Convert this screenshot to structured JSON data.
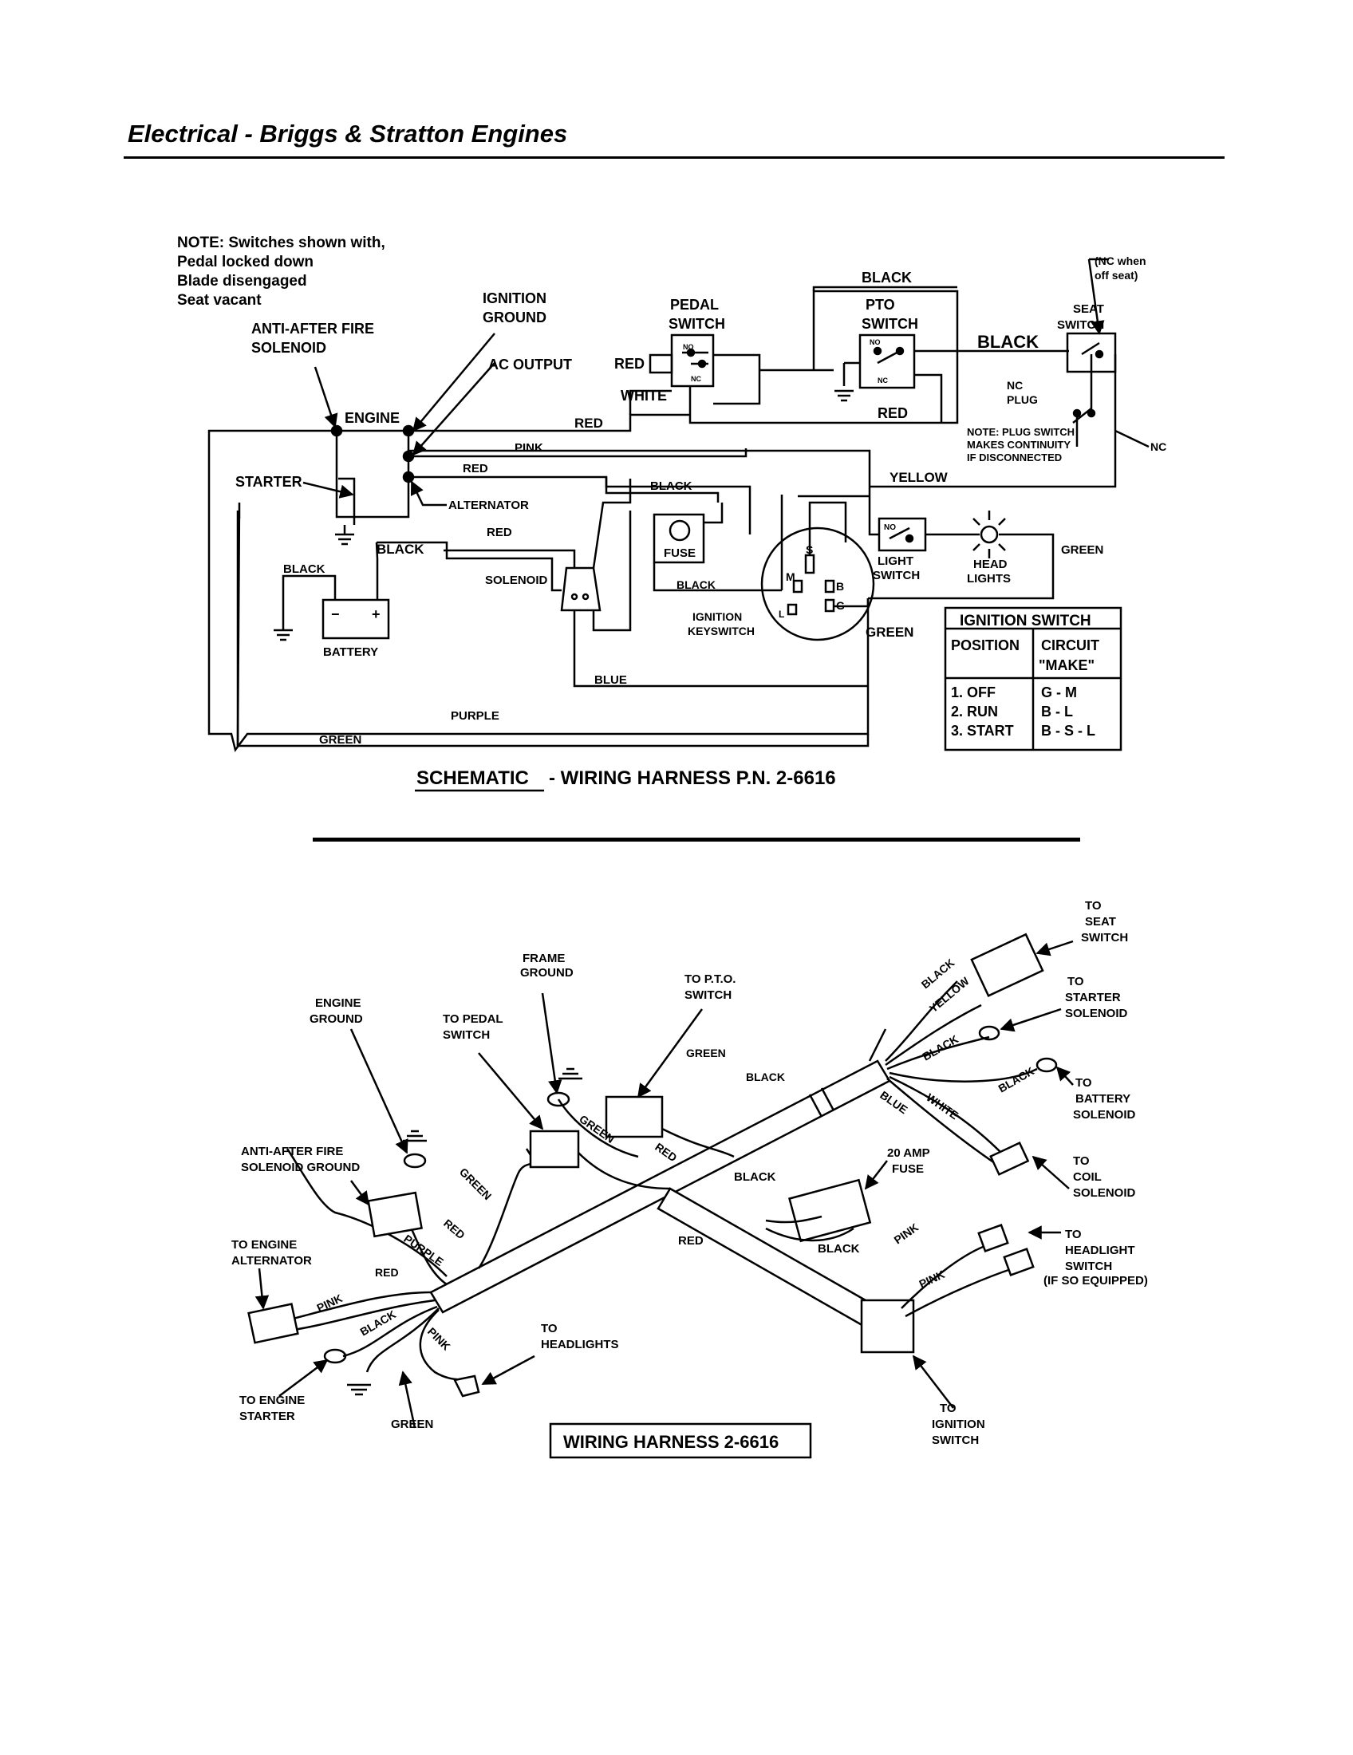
{
  "header": {
    "title": "Electrical - Briggs & Stratton Engines"
  },
  "schematic": {
    "note_lines": [
      "NOTE: Switches shown with,",
      "Pedal locked down",
      "Blade disengaged",
      "Seat vacant"
    ],
    "title_underlined": "SCHEMATIC",
    "title_rest": "- WIRING HARNESS P.N. 2-6616",
    "labels": {
      "anti_after_fire_1": "ANTI-AFTER FIRE",
      "anti_after_fire_2": "SOLENOID",
      "ignition_ground_1": "IGNITION",
      "ignition_ground_2": "GROUND",
      "ac_output": "AC OUTPUT",
      "engine": "ENGINE",
      "starter": "STARTER",
      "alternator": "ALTERNATOR",
      "pedal_switch_1": "PEDAL",
      "pedal_switch_2": "SWITCH",
      "pto_switch_1": "PTO",
      "pto_switch_2": "SWITCH",
      "seat_switch_1": "SEAT",
      "seat_switch_2": "SWITCH",
      "nc_when_off_seat_1": "(NC when",
      "nc_when_off_seat_2": "off seat)",
      "nc_plug_1": "NC",
      "nc_plug_2": "PLUG",
      "note_plug_1": "NOTE: PLUG SWITCH",
      "note_plug_2": "MAKES CONTINUITY",
      "note_plug_3": "IF DISCONNECTED",
      "nc_right": "NC",
      "no": "NO",
      "nc": "NC",
      "fuse": "FUSE",
      "solenoid": "SOLENOID",
      "battery": "BATTERY",
      "ignition_keyswitch_1": "IGNITION",
      "ignition_keyswitch_2": "KEYSWITCH",
      "light_switch_1": "LIGHT",
      "light_switch_2": "SWITCH",
      "head_lights_1": "HEAD",
      "head_lights_2": "LIGHTS",
      "key_s": "S",
      "key_m": "M",
      "key_b": "B",
      "key_g": "G",
      "key_l": "L",
      "minus": "−",
      "plus": "+"
    },
    "wires": {
      "black_top": "BLACK",
      "black_seat": "BLACK",
      "red_pedal": "RED",
      "white": "WHITE",
      "red_pto": "RED",
      "red_1": "RED",
      "pink": "PINK",
      "red_2": "RED",
      "black_mid": "BLACK",
      "red_3": "RED",
      "black_starter": "BLACK",
      "black_battery": "BLACK",
      "black_fuse": "BLACK",
      "yellow": "YELLOW",
      "green_head": "GREEN",
      "green_key": "GREEN",
      "blue": "BLUE",
      "purple": "PURPLE",
      "green_bottom": "GREEN"
    },
    "ignition_table": {
      "title": "IGNITION SWITCH",
      "col_position": "POSITION",
      "col_circuit_1": "CIRCUIT",
      "col_circuit_2": "\"MAKE\"",
      "rows": [
        {
          "position": "1. OFF",
          "circuit": "G - M"
        },
        {
          "position": "2. RUN",
          "circuit": "B - L"
        },
        {
          "position": "3. START",
          "circuit": "B - S - L"
        }
      ]
    }
  },
  "harness": {
    "box_label": "WIRING HARNESS 2-6616",
    "callouts": {
      "frame_ground_1": "FRAME",
      "frame_ground_2": "GROUND",
      "to_pto_1": "TO P.T.O.",
      "to_pto_2": "SWITCH",
      "engine_ground_1": "ENGINE",
      "engine_ground_2": "GROUND",
      "to_pedal_1": "TO PEDAL",
      "to_pedal_2": "SWITCH",
      "anti_ground_1": "ANTI-AFTER FIRE",
      "anti_ground_2": "SOLENOID GROUND",
      "to_alt_1": "TO ENGINE",
      "to_alt_2": "ALTERNATOR",
      "to_starter_1": "TO ENGINE",
      "to_starter_2": "STARTER",
      "green_bottom": "GREEN",
      "to_headlights_1": "TO",
      "to_headlights_2": "HEADLIGHTS",
      "to_seat_1": "TO",
      "to_seat_2": "SEAT",
      "to_seat_3": "SWITCH",
      "to_starter_sol_1": "TO",
      "to_starter_sol_2": "STARTER",
      "to_starter_sol_3": "SOLENOID",
      "to_battery_sol_1": "TO",
      "to_battery_sol_2": "BATTERY",
      "to_battery_sol_3": "SOLENOID",
      "to_coil_1": "TO",
      "to_coil_2": "COIL",
      "to_coil_3": "SOLENOID",
      "fuse_1": "20 AMP",
      "fuse_2": "FUSE",
      "to_headlight_sw_1": "TO",
      "to_headlight_sw_2": "HEADLIGHT",
      "to_headlight_sw_3": "SWITCH",
      "to_headlight_sw_4": "(IF SO EQUIPPED)",
      "to_ign_1": "TO",
      "to_ign_2": "IGNITION",
      "to_ign_3": "SWITCH",
      "black_fuse_1": "BLACK",
      "black_fuse_2": "BLACK",
      "red_fuse": "RED"
    },
    "wire_labels": {
      "green_1": "GREEN",
      "black_1": "BLACK",
      "green_2": "GREEN",
      "red_1": "RED",
      "green_3": "GREEN",
      "red_2": "RED",
      "purple": "PURPLE",
      "red_3": "RED",
      "pink_1": "PINK",
      "black_2": "BLACK",
      "pink_2": "PINK",
      "black_3": "BLACK",
      "yellow": "YELLOW",
      "black_4": "BLACK",
      "black_5": "BLACK",
      "blue": "BLUE",
      "white": "WHITE",
      "pink_3": "PINK",
      "pink_4": "PINK"
    }
  }
}
